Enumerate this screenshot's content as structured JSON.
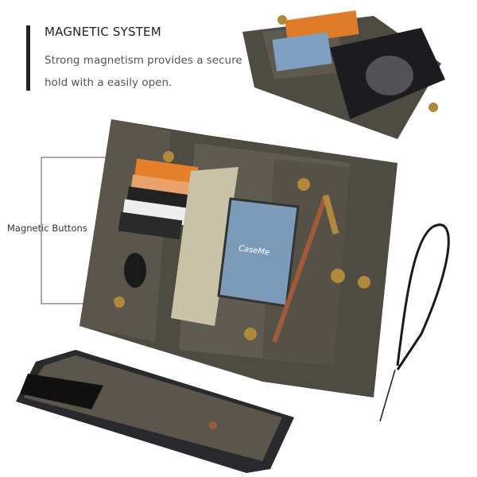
{
  "heading": {
    "title": "MAGNETIC SYSTEM",
    "description": "Strong magnetism provides a secure hold with a easily open."
  },
  "callout": {
    "label": "Magnetic Buttons"
  },
  "product": {
    "brand_logo": "CaseMe",
    "colors": {
      "leather": "#4e4b42",
      "leather_light": "#6b675b",
      "stitch": "#a05a3a",
      "button": "#b08a3a",
      "phone": "#2a2a2e"
    }
  }
}
